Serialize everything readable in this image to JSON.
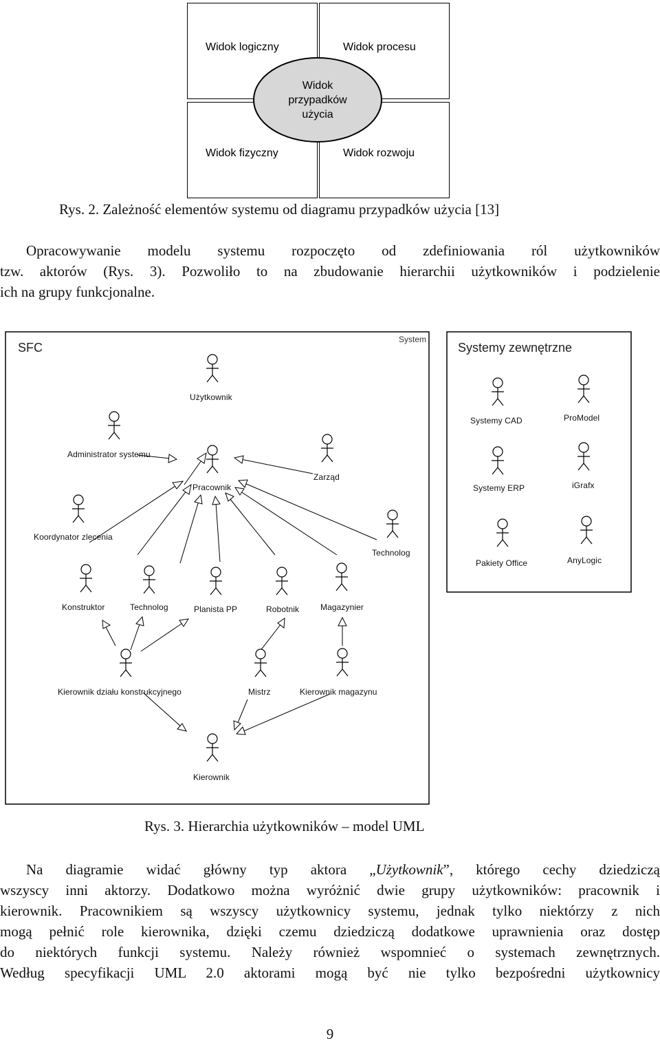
{
  "figure2": {
    "views": {
      "logical": "Widok logiczny",
      "process": "Widok procesu",
      "physical": "Widok fizyczny",
      "development": "Widok rozwoju"
    },
    "center": "Widok przypadków użycia",
    "caption": "Rys. 2. Zależność elementów systemu od diagramu przypadków użycia [13]"
  },
  "paragraph1": [
    "Opracowywanie modelu systemu rozpoczęto od zdefiniowania ról użytkowników",
    "tzw. aktorów (Rys. 3). Pozwoliło to na zbudowanie hierarchii użytkowników i podzielenie",
    "ich na grupy funkcjonalne."
  ],
  "figure3": {
    "frame_title": "SFC",
    "system_label": "System",
    "external_title": "Systemy zewnętrzne",
    "actors": {
      "uzytkownik": "Użytkownik",
      "administrator": "Administrator systemu",
      "pracownik": "Pracownik",
      "zarzad": "Zarząd",
      "koordynator": "Koordynator zlecenia",
      "technolog_top": "Technolog",
      "konstruktor": "Konstruktor",
      "technolog": "Technolog",
      "planista": "Planista PP",
      "robotnik": "Robotnik",
      "magazynier": "Magazynier",
      "kier_konstr": "Kierownik działu konstrukcyjnego",
      "mistrz": "Mistrz",
      "kier_mag": "Kierownik magazynu",
      "kierownik": "Kierownik",
      "cad": "Systemy CAD",
      "promodel": "ProModel",
      "erp": "Systemy ERP",
      "igrafx": "iGrafx",
      "office": "Pakiety Office",
      "anylogic": "AnyLogic"
    },
    "caption": "Rys. 3. Hierarchia użytkowników – model UML"
  },
  "paragraph2": {
    "line1_a": "Na diagramie widać główny typ aktora „",
    "line1_em": "Użytkownik",
    "line1_b": "”, którego cechy dziedziczą",
    "lines": [
      "wszyscy inni aktorzy. Dodatkowo można wyróżnić dwie grupy użytkowników: pracownik i",
      "kierownik. Pracownikiem są wszyscy użytkownicy systemu, jednak tylko niektórzy z nich",
      "mogą pełnić role kierownika, dzięki czemu dziedziczą dodatkowe uprawnienia oraz dostęp",
      "do niektórych funkcji systemu. Należy również wspomnieć o systemach zewnętrznych.",
      "Według specyfikacji UML 2.0 aktorami mogą być nie tylko bezpośredni użytkownicy"
    ]
  },
  "page_number": "9"
}
